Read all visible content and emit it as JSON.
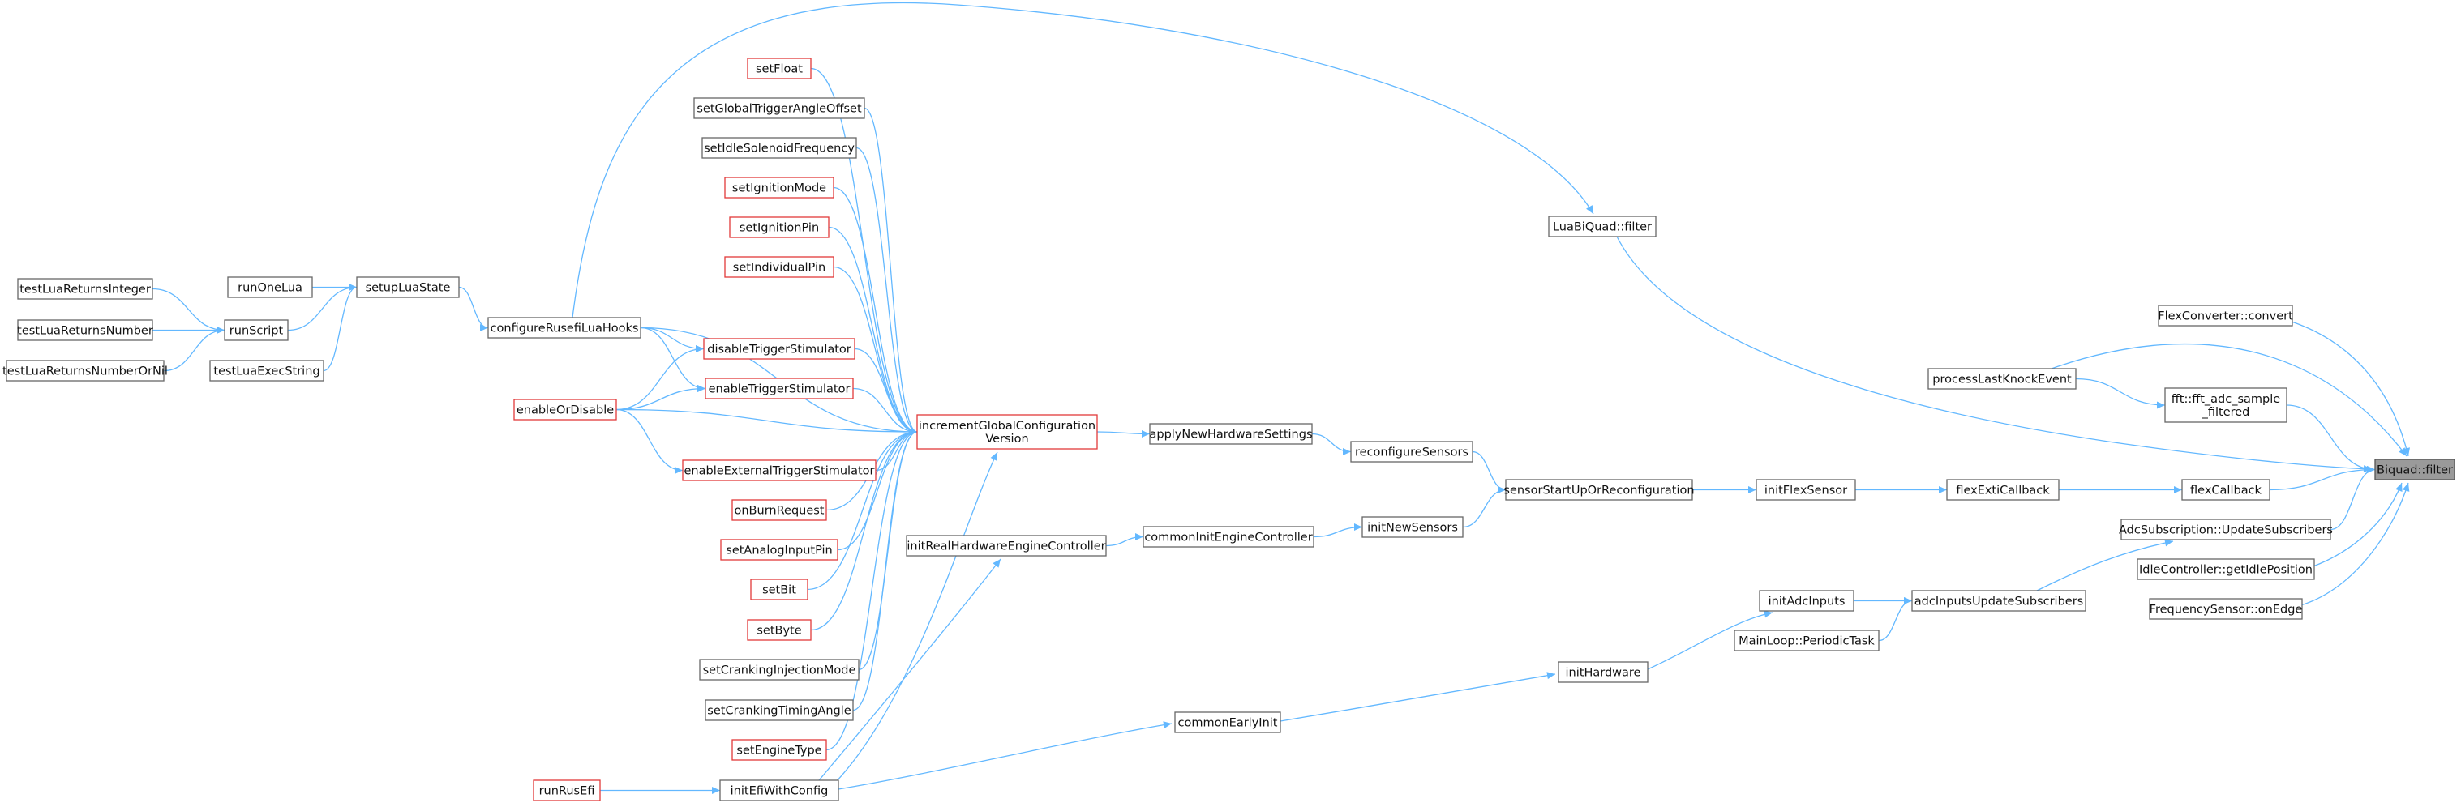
{
  "diagram": {
    "title": "",
    "nodes": [
      {
        "id": "biquad_filter",
        "label": "Biquad::filter",
        "style": "focus"
      },
      {
        "id": "flexconverter_convert",
        "label": "FlexConverter::convert",
        "style": "normal"
      },
      {
        "id": "processlastknockevent",
        "label": "processLastKnockEvent",
        "style": "normal"
      },
      {
        "id": "fft_adc_sample_filtered",
        "label": "fft::fft_adc_sample _filtered",
        "style": "normal"
      },
      {
        "id": "flexcallback",
        "label": "flexCallback",
        "style": "normal"
      },
      {
        "id": "adcsubscription_updatesubscribers",
        "label": "AdcSubscription::UpdateSubscribers",
        "style": "normal"
      },
      {
        "id": "idlecontroller_getidleposition",
        "label": "IdleController::getIdlePosition",
        "style": "normal"
      },
      {
        "id": "frequencysensor_onedge",
        "label": "FrequencySensor::onEdge",
        "style": "normal"
      },
      {
        "id": "luabiquad_filter",
        "label": "LuaBiQuad::filter",
        "style": "normal"
      },
      {
        "id": "flexexticallback",
        "label": "flexExtiCallback",
        "style": "normal"
      },
      {
        "id": "initflexsensor",
        "label": "initFlexSensor",
        "style": "normal"
      },
      {
        "id": "sensorstartuporreconfiguration",
        "label": "sensorStartUpOrReconfiguration",
        "style": "normal"
      },
      {
        "id": "reconfiguresensors",
        "label": "reconfigureSensors",
        "style": "normal"
      },
      {
        "id": "initnewsensors",
        "label": "initNewSensors",
        "style": "normal"
      },
      {
        "id": "applynewhardwaresettings",
        "label": "applyNewHardwareSettings",
        "style": "normal"
      },
      {
        "id": "commoninitenginecontroller",
        "label": "commonInitEngineController",
        "style": "normal"
      },
      {
        "id": "initrealhardwareenginecontroller",
        "label": "initRealHardwareEngineController",
        "style": "normal"
      },
      {
        "id": "incrementglobalconfigurationversion",
        "label": "incrementGlobalConfiguration Version",
        "style": "red"
      },
      {
        "id": "adcinputsupdatesubscribers",
        "label": "adcInputsUpdateSubscribers",
        "style": "normal"
      },
      {
        "id": "initadcinputs",
        "label": "initAdcInputs",
        "style": "normal"
      },
      {
        "id": "mainloop_periodictask",
        "label": "MainLoop::PeriodicTask",
        "style": "normal"
      },
      {
        "id": "inithardware",
        "label": "initHardware",
        "style": "normal"
      },
      {
        "id": "commonearlyinit",
        "label": "commonEarlyInit",
        "style": "normal"
      },
      {
        "id": "initefiwithconfig",
        "label": "initEfiWithConfig",
        "style": "normal"
      },
      {
        "id": "runrusefi",
        "label": "runRusEfi",
        "style": "red"
      },
      {
        "id": "setfloat",
        "label": "setFloat",
        "style": "red"
      },
      {
        "id": "setglobaltriggerangleoffset",
        "label": "setGlobalTriggerAngleOffset",
        "style": "normal"
      },
      {
        "id": "setidlesolenoidfrequency",
        "label": "setIdleSolenoidFrequency",
        "style": "normal"
      },
      {
        "id": "setignitionmode",
        "label": "setIgnitionMode",
        "style": "red"
      },
      {
        "id": "setignitionpin",
        "label": "setIgnitionPin",
        "style": "red"
      },
      {
        "id": "setindividualpin",
        "label": "setIndividualPin",
        "style": "red"
      },
      {
        "id": "disabletriggerstimulator",
        "label": "disableTriggerStimulator",
        "style": "red"
      },
      {
        "id": "enabletriggerstimulator",
        "label": "enableTriggerStimulator",
        "style": "red"
      },
      {
        "id": "enableexternaltriggerstimulator",
        "label": "enableExternalTriggerStimulator",
        "style": "red"
      },
      {
        "id": "onburnrequest",
        "label": "onBurnRequest",
        "style": "red"
      },
      {
        "id": "setanaloginputpin",
        "label": "setAnalogInputPin",
        "style": "red"
      },
      {
        "id": "setbit",
        "label": "setBit",
        "style": "red"
      },
      {
        "id": "setbyte",
        "label": "setByte",
        "style": "red"
      },
      {
        "id": "setcrankinginjectionmode",
        "label": "setCrankingInjectionMode",
        "style": "normal"
      },
      {
        "id": "setcrankingtimingangle",
        "label": "setCrankingTimingAngle",
        "style": "normal"
      },
      {
        "id": "setenginetype",
        "label": "setEngineType",
        "style": "red"
      },
      {
        "id": "configurerusefiluahooks",
        "label": "configureRusefiLuaHooks",
        "style": "normal"
      },
      {
        "id": "enableordisable",
        "label": "enableOrDisable",
        "style": "red"
      },
      {
        "id": "setupluastate",
        "label": "setupLuaState",
        "style": "normal"
      },
      {
        "id": "runonelua",
        "label": "runOneLua",
        "style": "normal"
      },
      {
        "id": "testluaexecstring",
        "label": "testLuaExecString",
        "style": "normal"
      },
      {
        "id": "runscript",
        "label": "runScript",
        "style": "normal"
      },
      {
        "id": "testluareturnsinteger",
        "label": "testLuaReturnsInteger",
        "style": "normal"
      },
      {
        "id": "testluareturnsnumber",
        "label": "testLuaReturnsNumber",
        "style": "normal"
      },
      {
        "id": "testluareturnsnumberornil",
        "label": "testLuaReturnsNumberOrNil",
        "style": "normal"
      }
    ],
    "edges": [
      [
        "flexconverter_convert",
        "biquad_filter"
      ],
      [
        "processlastknockevent",
        "biquad_filter"
      ],
      [
        "fft_adc_sample_filtered",
        "biquad_filter"
      ],
      [
        "flexcallback",
        "biquad_filter"
      ],
      [
        "adcsubscription_updatesubscribers",
        "biquad_filter"
      ],
      [
        "idlecontroller_getidleposition",
        "biquad_filter"
      ],
      [
        "frequencysensor_onedge",
        "biquad_filter"
      ],
      [
        "luabiquad_filter",
        "biquad_filter"
      ],
      [
        "processlastknockevent",
        "fft_adc_sample_filtered"
      ],
      [
        "flexexticallback",
        "flexcallback"
      ],
      [
        "initflexsensor",
        "flexexticallback"
      ],
      [
        "sensorstartuporreconfiguration",
        "initflexsensor"
      ],
      [
        "reconfiguresensors",
        "sensorstartuporreconfiguration"
      ],
      [
        "initnewsensors",
        "sensorstartuporreconfiguration"
      ],
      [
        "applynewhardwaresettings",
        "reconfiguresensors"
      ],
      [
        "commoninitenginecontroller",
        "initnewsensors"
      ],
      [
        "initrealhardwareenginecontroller",
        "commoninitenginecontroller"
      ],
      [
        "incrementglobalconfigurationversion",
        "applynewhardwaresettings"
      ],
      [
        "adcinputsupdatesubscribers",
        "adcsubscription_updatesubscribers"
      ],
      [
        "initadcinputs",
        "adcinputsupdatesubscribers"
      ],
      [
        "mainloop_periodictask",
        "adcinputsupdatesubscribers"
      ],
      [
        "inithardware",
        "initadcinputs"
      ],
      [
        "commonearlyinit",
        "inithardware"
      ],
      [
        "initefiwithconfig",
        "commonearlyinit"
      ],
      [
        "initefiwithconfig",
        "initrealhardwareenginecontroller"
      ],
      [
        "runrusefi",
        "initefiwithconfig"
      ],
      [
        "configurerusefiluahooks",
        "luabiquad_filter"
      ],
      [
        "setfloat",
        "incrementglobalconfigurationversion"
      ],
      [
        "setglobaltriggerangleoffset",
        "incrementglobalconfigurationversion"
      ],
      [
        "setidlesolenoidfrequency",
        "incrementglobalconfigurationversion"
      ],
      [
        "setignitionmode",
        "incrementglobalconfigurationversion"
      ],
      [
        "setignitionpin",
        "incrementglobalconfigurationversion"
      ],
      [
        "setindividualpin",
        "incrementglobalconfigurationversion"
      ],
      [
        "configurerusefiluahooks",
        "incrementglobalconfigurationversion"
      ],
      [
        "disabletriggerstimulator",
        "incrementglobalconfigurationversion"
      ],
      [
        "enabletriggerstimulator",
        "incrementglobalconfigurationversion"
      ],
      [
        "enableordisable",
        "incrementglobalconfigurationversion"
      ],
      [
        "enableexternaltriggerstimulator",
        "incrementglobalconfigurationversion"
      ],
      [
        "onburnrequest",
        "incrementglobalconfigurationversion"
      ],
      [
        "setanaloginputpin",
        "incrementglobalconfigurationversion"
      ],
      [
        "setbit",
        "incrementglobalconfigurationversion"
      ],
      [
        "setbyte",
        "incrementglobalconfigurationversion"
      ],
      [
        "setcrankinginjectionmode",
        "incrementglobalconfigurationversion"
      ],
      [
        "setcrankingtimingangle",
        "incrementglobalconfigurationversion"
      ],
      [
        "setenginetype",
        "incrementglobalconfigurationversion"
      ],
      [
        "initefiwithconfig",
        "incrementglobalconfigurationversion"
      ],
      [
        "configurerusefiluahooks",
        "disabletriggerstimulator"
      ],
      [
        "configurerusefiluahooks",
        "enabletriggerstimulator"
      ],
      [
        "enableordisable",
        "disabletriggerstimulator"
      ],
      [
        "enableordisable",
        "enabletriggerstimulator"
      ],
      [
        "enableordisable",
        "enableexternaltriggerstimulator"
      ],
      [
        "setupluastate",
        "configurerusefiluahooks"
      ],
      [
        "runonelua",
        "setupluastate"
      ],
      [
        "runscript",
        "setupluastate"
      ],
      [
        "testluaexecstring",
        "setupluastate"
      ],
      [
        "testluareturnsinteger",
        "runscript"
      ],
      [
        "testluareturnsnumber",
        "runscript"
      ],
      [
        "testluareturnsnumberornil",
        "runscript"
      ]
    ]
  }
}
